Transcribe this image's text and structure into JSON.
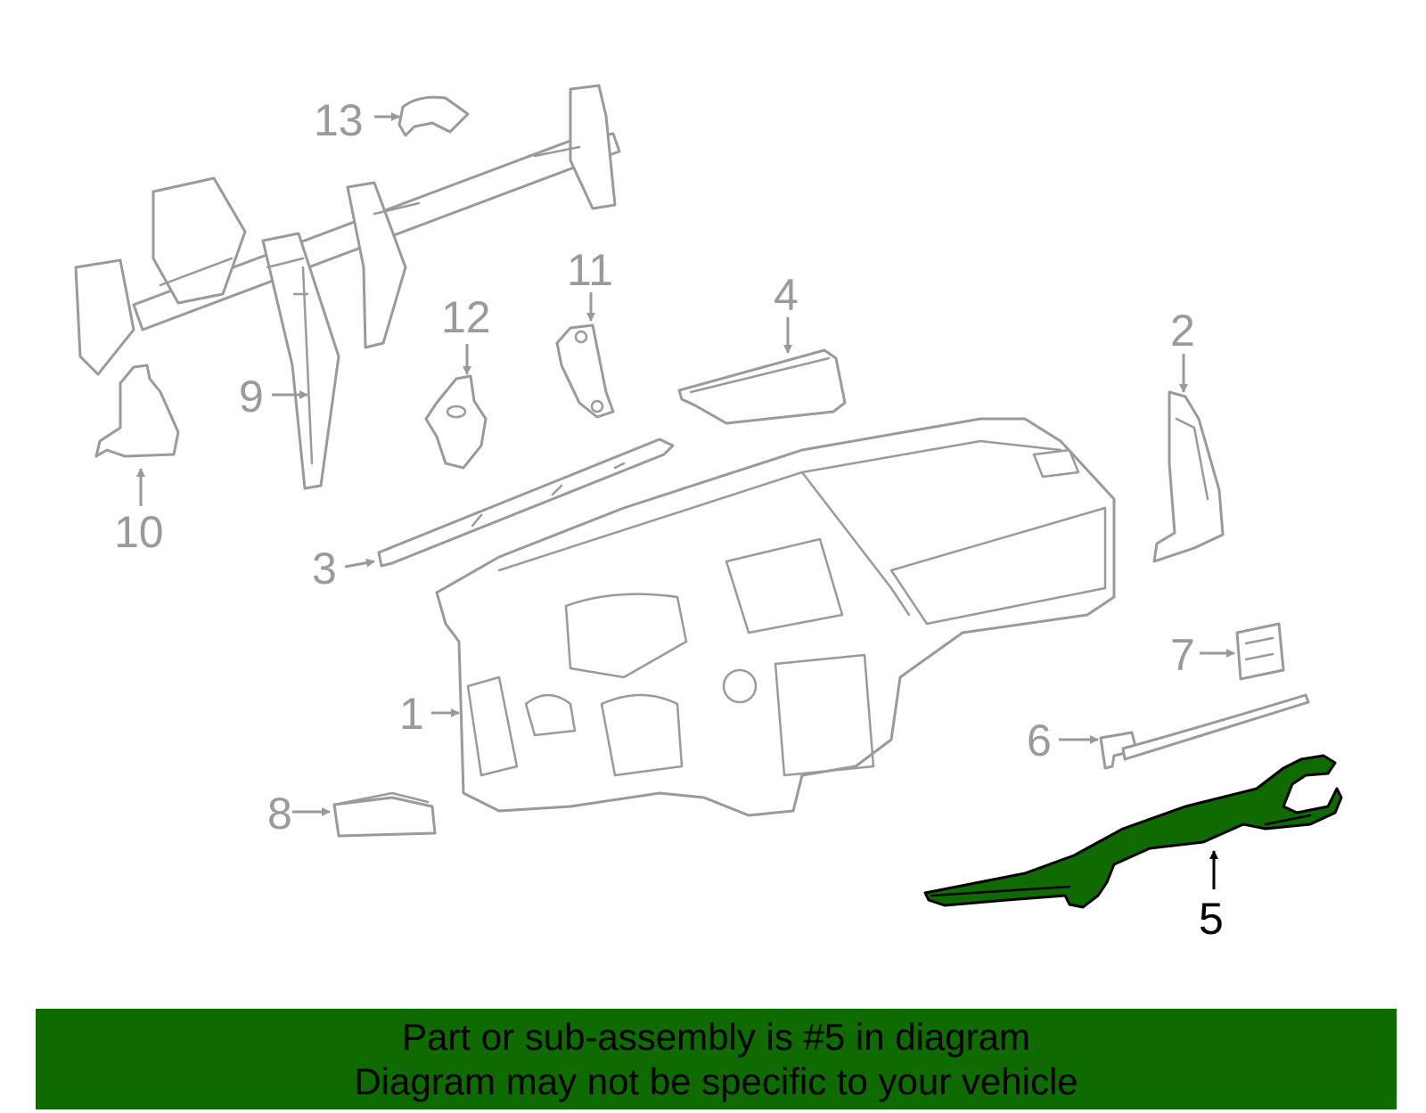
{
  "diagram": {
    "highlight_color": "#0f6a00",
    "line_color": "#9a9a9a",
    "selected_part": "5",
    "callouts": {
      "c1": "1",
      "c2": "2",
      "c3": "3",
      "c4": "4",
      "c5": "5",
      "c6": "6",
      "c7": "7",
      "c8": "8",
      "c9": "9",
      "c10": "10",
      "c11": "11",
      "c12": "12",
      "c13": "13"
    }
  },
  "banner": {
    "line1": "Part or sub-assembly is #5 in diagram",
    "line2": "Diagram may not be specific to your vehicle",
    "background": "#0f6a00"
  }
}
